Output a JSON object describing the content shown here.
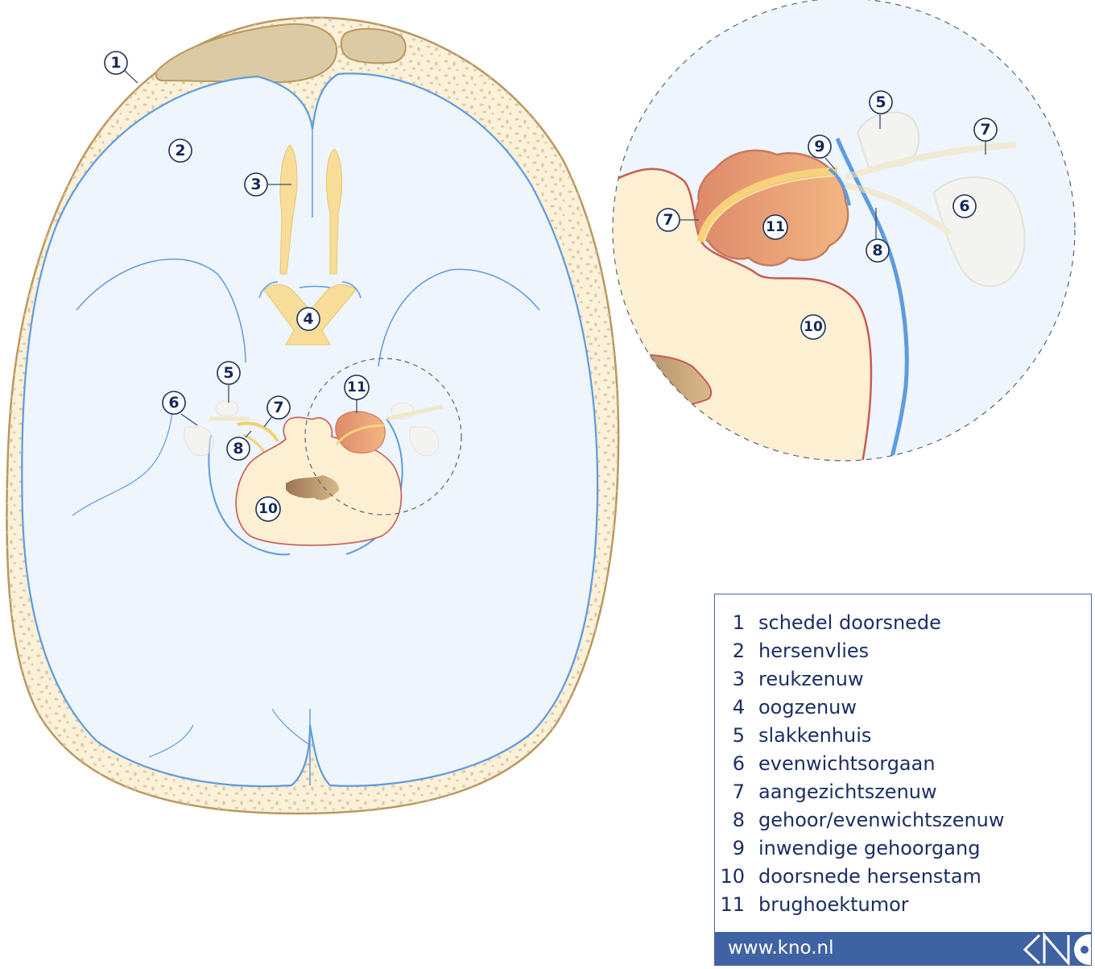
{
  "diagram": {
    "subject": "Axial cross-section of the skull showing a cerebellopontine angle tumor",
    "main_view_callouts": [
      "1",
      "2",
      "3",
      "4",
      "5",
      "6",
      "7",
      "8",
      "10",
      "11"
    ],
    "detail_view_callouts": [
      "5",
      "7",
      "9",
      "7",
      "11",
      "6",
      "8",
      "10"
    ],
    "colors": {
      "bone": "#fbf0d8",
      "bone_outline": "#b9975f",
      "bone_speckle": "#d9c7a6",
      "sinus": "#dccaa4",
      "meninges_line": "#5d9be0",
      "brain_fill": "#eef5fd",
      "nerve": "#f7dd98",
      "brainstem_fill": "#fdefd2",
      "brainstem_outline": "#c85b54",
      "tumor": "#e4966e",
      "ventricle": "#a07a5a",
      "label_navy": "#14285a",
      "footer_blue": "#3f62a3"
    }
  },
  "legend": {
    "items": [
      {
        "num": "1",
        "label": "schedel doorsnede"
      },
      {
        "num": "2",
        "label": "hersenvlies"
      },
      {
        "num": "3",
        "label": "reukzenuw"
      },
      {
        "num": "4",
        "label": "oogzenuw"
      },
      {
        "num": "5",
        "label": "slakkenhuis"
      },
      {
        "num": "6",
        "label": "evenwichtsorgaan"
      },
      {
        "num": "7",
        "label": "aangezichtszenuw"
      },
      {
        "num": "8",
        "label": "gehoor/evenwichtszenuw"
      },
      {
        "num": "9",
        "label": "inwendige gehoorgang"
      },
      {
        "num": "10",
        "label": "doorsnede hersenstam"
      },
      {
        "num": "11",
        "label": "brughoektumor"
      }
    ],
    "footer_url": "www.kno.nl",
    "logo": "KNO"
  }
}
